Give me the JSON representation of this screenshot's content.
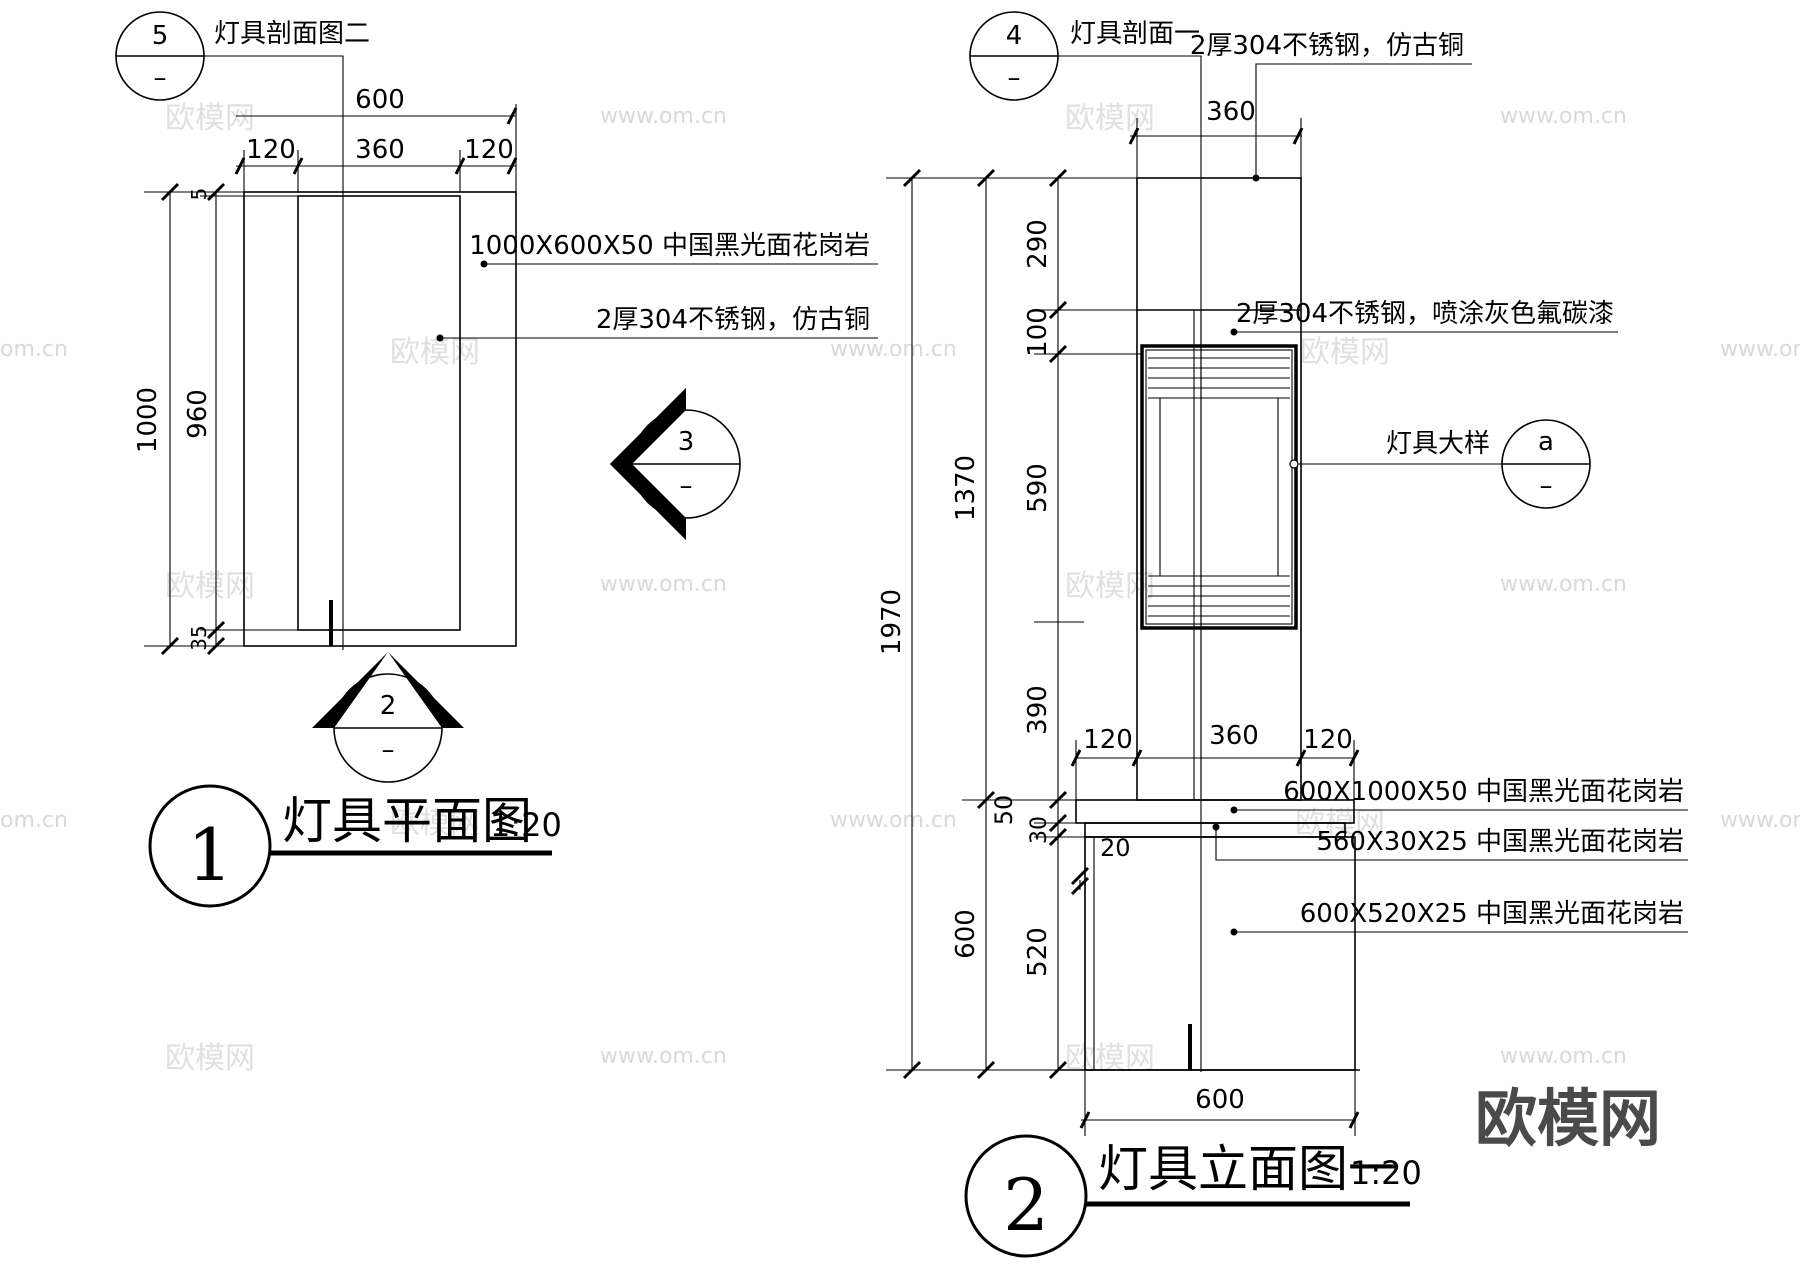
{
  "plan": {
    "title": "灯具平面图",
    "scale": "1:20",
    "number": "1",
    "section_tag": {
      "number": "5",
      "sheet": "–",
      "label": "灯具剖面图二"
    },
    "view_tag_bottom": {
      "number": "2",
      "sheet": "–"
    },
    "view_tag_right": {
      "number": "3",
      "sheet": "–"
    },
    "dims_top": {
      "overall": "600",
      "left": "120",
      "middle": "360",
      "right": "120"
    },
    "dims_left": {
      "overall": "1000",
      "inner": "960",
      "top": "5",
      "bottom": "35"
    },
    "notes": [
      "1000X600X50 中国黑光面花岗岩",
      "2厚304不锈钢，仿古铜"
    ]
  },
  "elevation": {
    "title": "灯具立面图一",
    "scale": "1:20",
    "number": "2",
    "section_tag": {
      "number": "4",
      "sheet": "–",
      "label": "灯具剖面一"
    },
    "detail_tag": {
      "label": "灯具大样",
      "letter": "a",
      "sheet": "–"
    },
    "dims_top": {
      "width": "360"
    },
    "dims_base_top": {
      "left": "120",
      "middle": "360",
      "right": "120"
    },
    "dims_bottom": {
      "width": "600"
    },
    "dims_outer": {
      "total": "1970"
    },
    "dims_col2": {
      "upper": "1370",
      "lower": "600"
    },
    "dims_col3": {
      "d1": "290",
      "d2": "100",
      "d3": "590",
      "d4": "390",
      "d5": "50",
      "d6": "30",
      "d7": "520",
      "d8": "20"
    },
    "notes_top": [
      "2厚304不锈钢，仿古铜",
      "2厚304不锈钢，喷涂灰色氟碳漆"
    ],
    "notes_base": [
      "600X1000X50 中国黑光面花岗岩",
      "560X30X25 中国黑光面花岗岩",
      "600X520X25 中国黑光面花岗岩"
    ]
  },
  "watermark": {
    "site": "www.om.cn",
    "site_edge": "om.cn",
    "brand": "欧模网",
    "logo": "欧模网"
  }
}
